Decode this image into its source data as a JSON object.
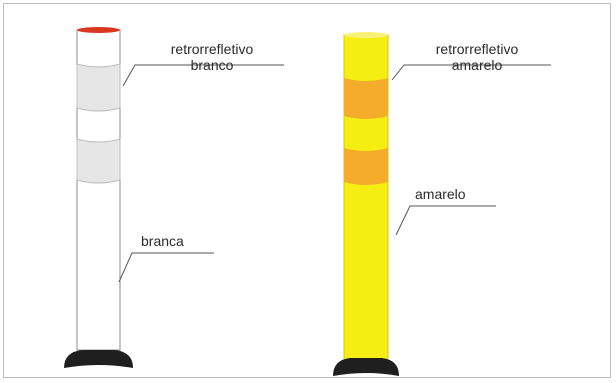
{
  "labels": {
    "white_reflective_line1": "retrorrefletivo",
    "white_reflective_line2": "branco",
    "white_body": "branca",
    "yellow_reflective_line1": "retrorrefletivo",
    "yellow_reflective_line2": "amarelo",
    "yellow_body": "amarelo"
  },
  "colors": {
    "white_post": "#ffffff",
    "white_reflective_band": "#e6e6e6",
    "post_cap_red": "#d9381e",
    "yellow_post": "#f5ee12",
    "yellow_reflective_band": "#f3ad2b",
    "base": "#1f1f1f",
    "leader_line": "#555555"
  }
}
